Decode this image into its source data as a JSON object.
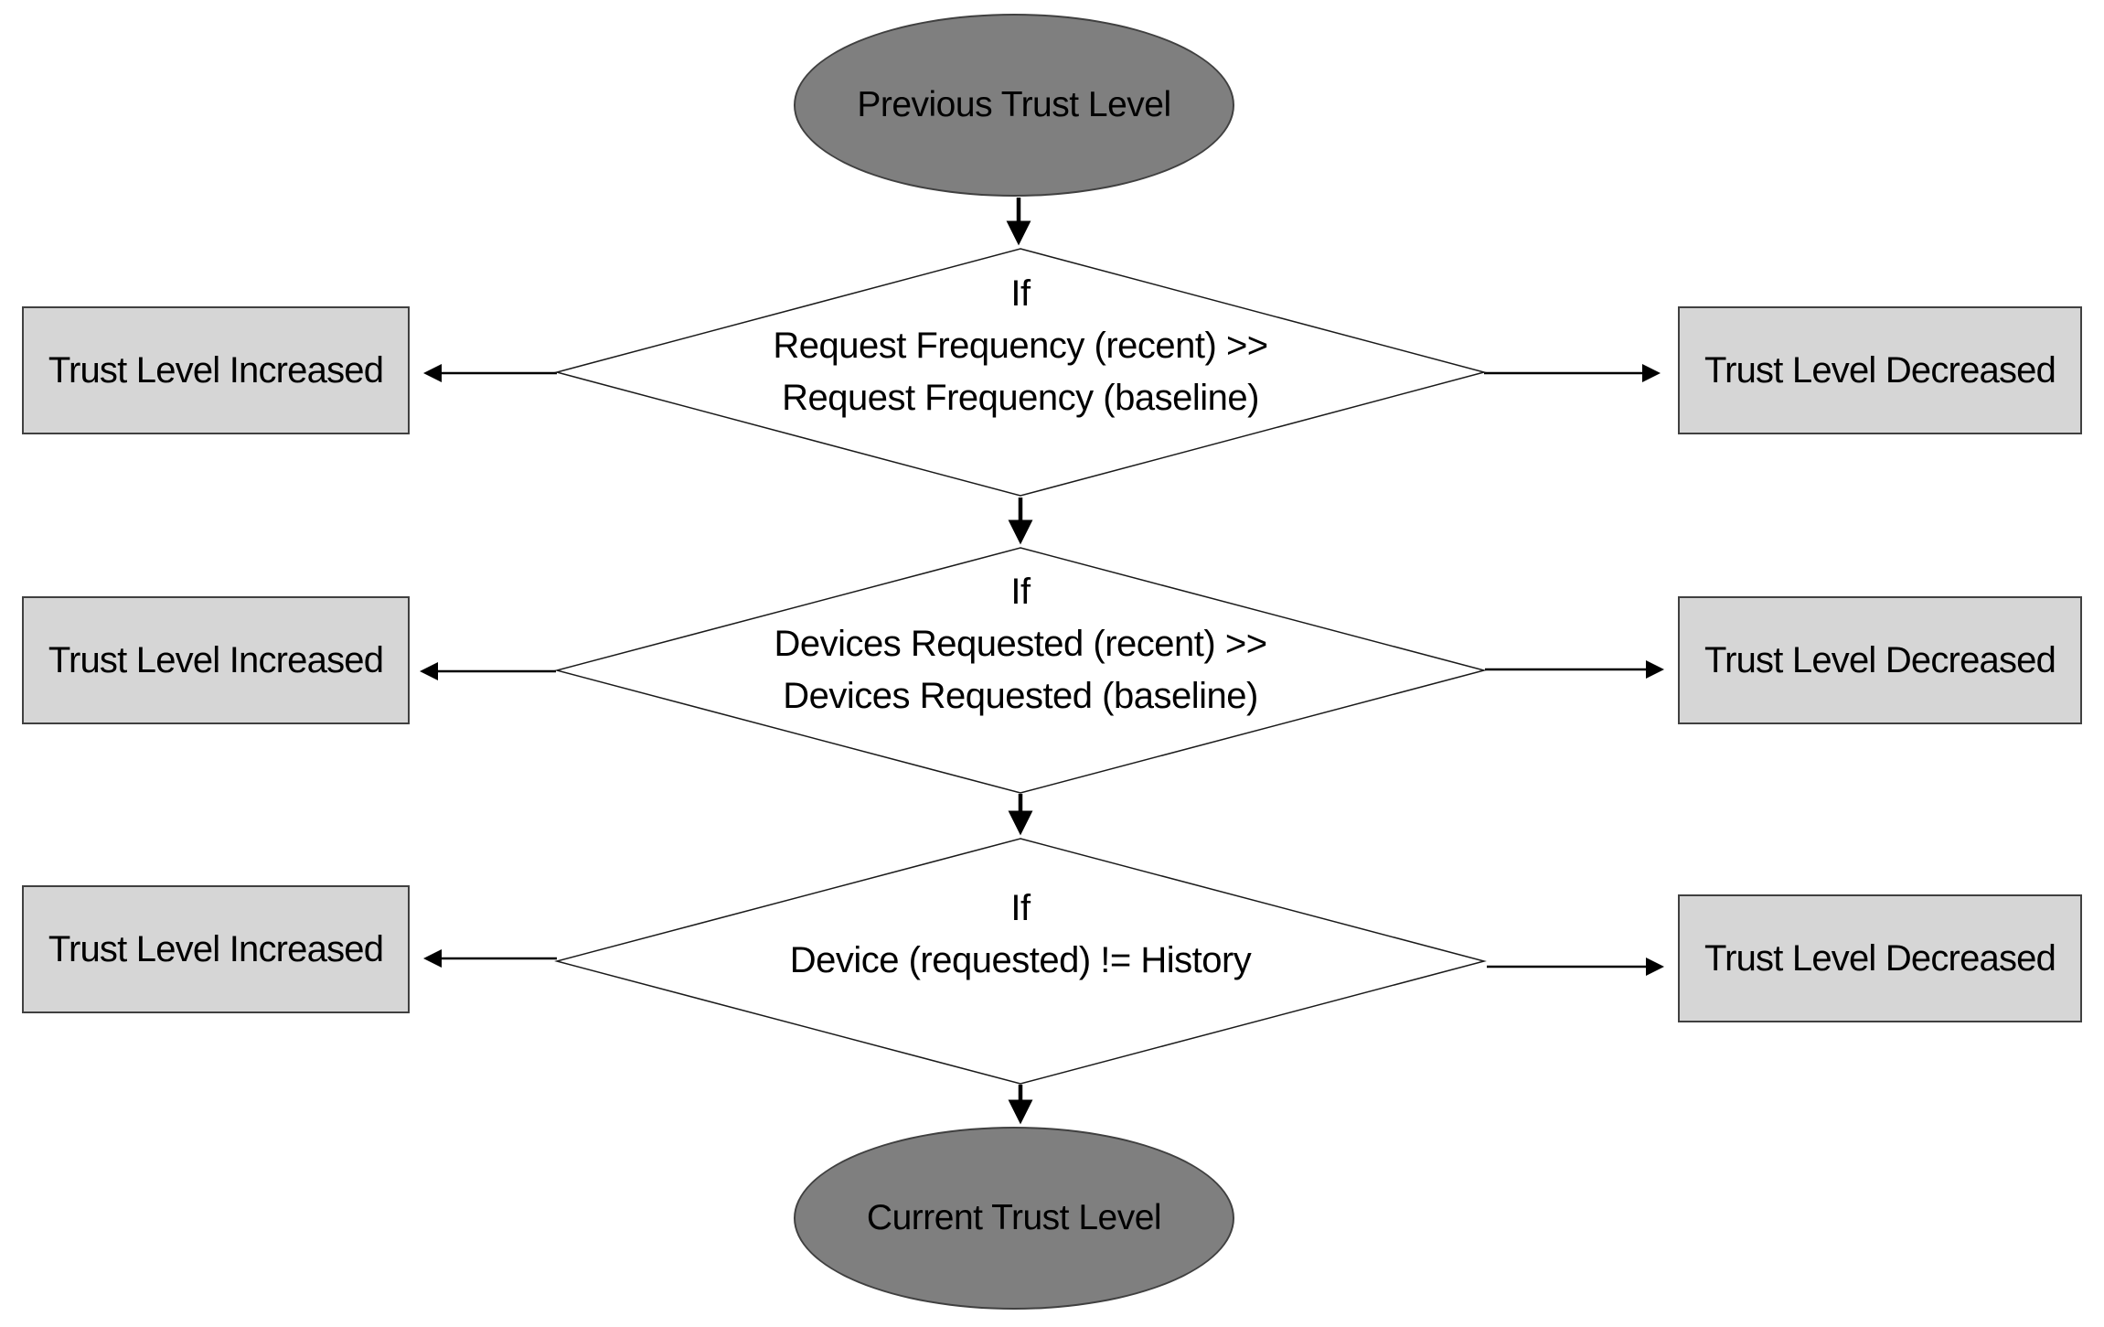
{
  "flowchart": {
    "start_node": "Previous Trust Level",
    "end_node": "Current Trust Level",
    "rows": [
      {
        "condition": [
          "If",
          "Request Frequency (recent) >>",
          "Request Frequency (baseline)"
        ],
        "left": "Trust Level Increased",
        "right": "Trust Level Decreased"
      },
      {
        "condition": [
          "If",
          "Devices Requested (recent) >>",
          "Devices Requested (baseline)"
        ],
        "left": "Trust Level Increased",
        "right": "Trust Level Decreased"
      },
      {
        "condition": [
          "If",
          "Device (requested) != History"
        ],
        "left": "Trust Level Increased",
        "right": "Trust Level Decreased"
      }
    ],
    "colors": {
      "terminal_fill": "#7f7f7f",
      "terminal_border": "#404040",
      "outcome_fill": "#d6d6d6",
      "outcome_border": "#404040",
      "decision_fill": "#ffffff",
      "decision_border": "#1a1a1a",
      "connector": "#000000",
      "text": "#000000",
      "background": "#ffffff"
    }
  }
}
